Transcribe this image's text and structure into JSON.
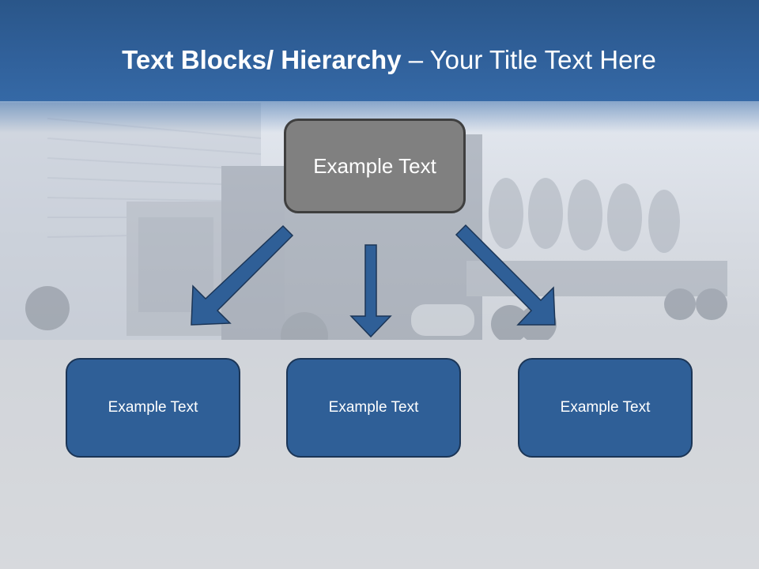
{
  "slide": {
    "title": {
      "bold_part": "Text Blocks/ Hierarchy",
      "separator": " – ",
      "light_part": "Your Title Text Here"
    },
    "top_box": {
      "label": "Example Text"
    },
    "child_boxes": [
      {
        "label": "Example Text"
      },
      {
        "label": "Example Text"
      },
      {
        "label": "Example Text"
      }
    ],
    "arrows": [
      {
        "direction": "down-left",
        "name": "arrow-down-left-icon"
      },
      {
        "direction": "down",
        "name": "arrow-down-icon"
      },
      {
        "direction": "down-right",
        "name": "arrow-down-right-icon"
      }
    ],
    "colors": {
      "header": "#30609a",
      "top_box_fill": "#808080",
      "top_box_border": "#3f3f3f",
      "child_box_fill": "#2f5f97",
      "child_box_border": "#1b3556",
      "arrow_fill": "#2f5f97",
      "arrow_stroke": "#1b3556",
      "text": "#ffffff"
    },
    "background_image": "truck-photo"
  }
}
